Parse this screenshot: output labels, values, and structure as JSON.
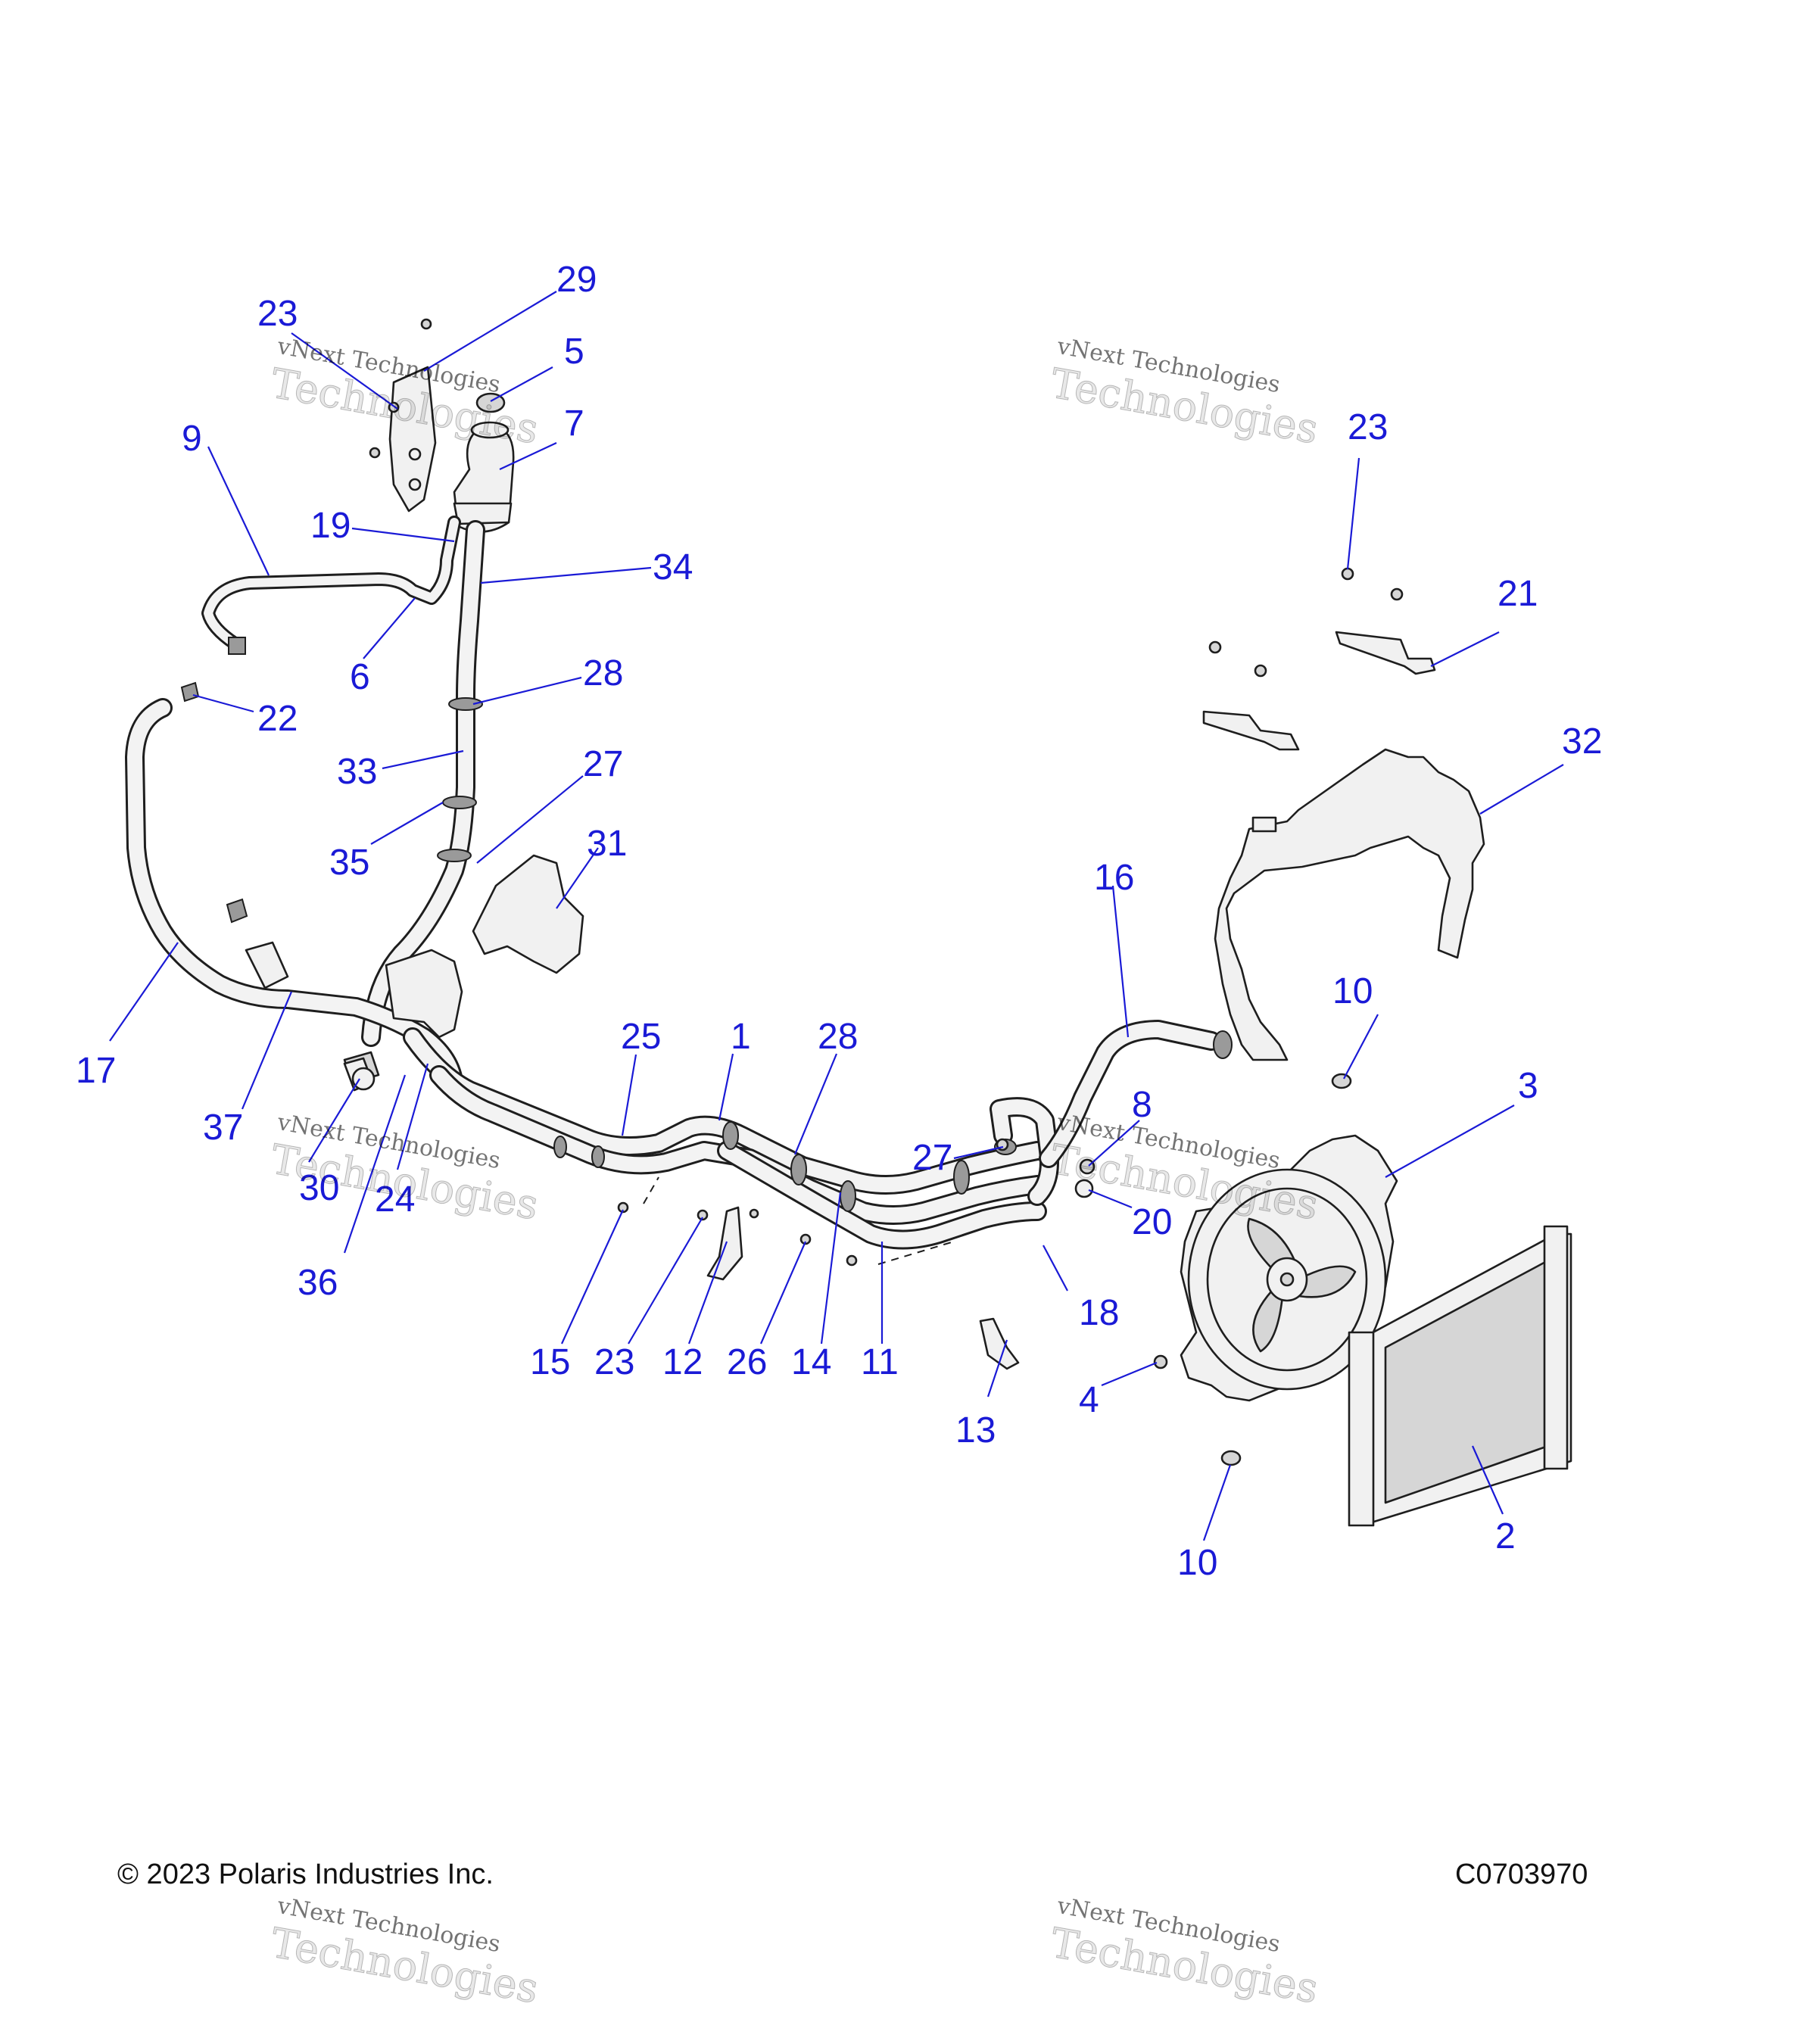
{
  "diagram": {
    "callouts": [
      "29",
      "23",
      "5",
      "7",
      "9",
      "19",
      "34",
      "6",
      "28",
      "22",
      "33",
      "27",
      "35",
      "31",
      "17",
      "37",
      "25",
      "1",
      "28",
      "30",
      "24",
      "36",
      "15",
      "23",
      "12",
      "26",
      "14",
      "11",
      "13",
      "16",
      "27",
      "8",
      "20",
      "18",
      "4",
      "10",
      "3",
      "10",
      "2",
      "23",
      "21",
      "32"
    ]
  },
  "footer": {
    "copyright": "© 2023 Polaris Industries Inc.",
    "drawing_id": "C0703970"
  },
  "watermark": {
    "line1": "vNext Technologies",
    "line2": "Technologies"
  }
}
